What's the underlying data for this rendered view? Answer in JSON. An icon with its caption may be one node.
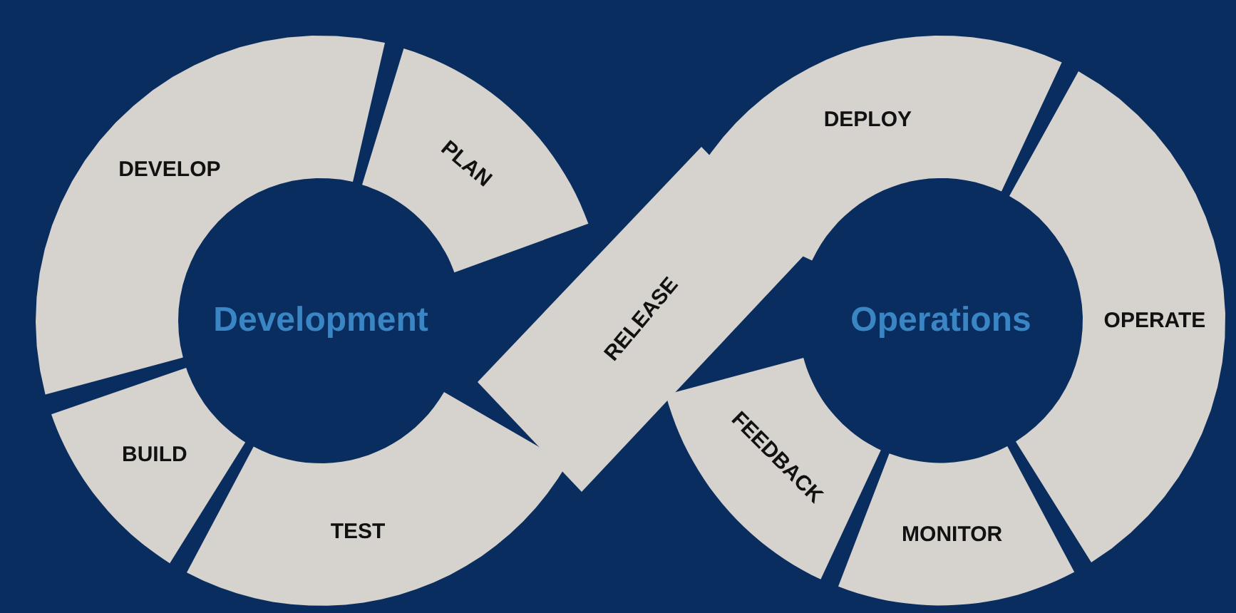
{
  "diagram": {
    "nodes": [
      {
        "text": [
          "DEVELOP"
        ]
      },
      {
        "text": [
          "PLAN"
        ]
      },
      {
        "text": [
          "DEPLOY"
        ]
      },
      {
        "text": [
          "Development"
        ]
      },
      {
        "text": [
          "RELEASE"
        ]
      },
      {
        "text": [
          "Operations"
        ]
      },
      {
        "text": [
          "OPERATE"
        ]
      },
      {
        "text": [
          "FEEDBACK"
        ]
      },
      {
        "text": [
          "BUILD"
        ]
      },
      {
        "text": [
          "TEST"
        ]
      },
      {
        "text": [
          "MONITOR"
        ]
      }
    ]
  }
}
